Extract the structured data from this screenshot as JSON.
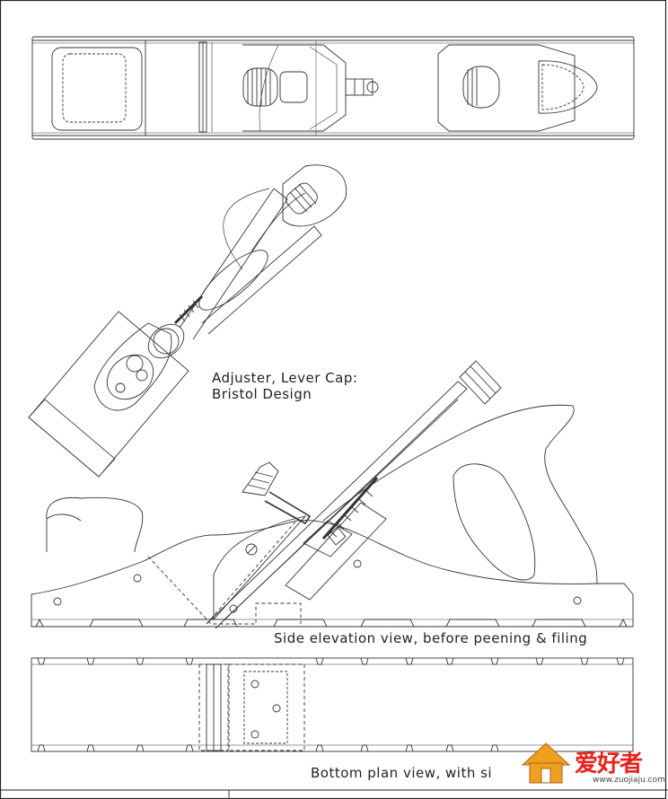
{
  "drawing": {
    "adjuster_label_line1": "Adjuster, Lever Cap:",
    "adjuster_label_line2": "Bristol Design",
    "side_view_label": "Side elevation view, before peening & filing",
    "bottom_view_label": "Bottom plan view, with si"
  },
  "watermark": {
    "brand": "爱好者",
    "url": "www.zuojiaju.com"
  },
  "colors": {
    "line": "#333333",
    "background": "#ffffff",
    "logo_red": "#e8231c",
    "logo_orange": "#f0a020"
  }
}
